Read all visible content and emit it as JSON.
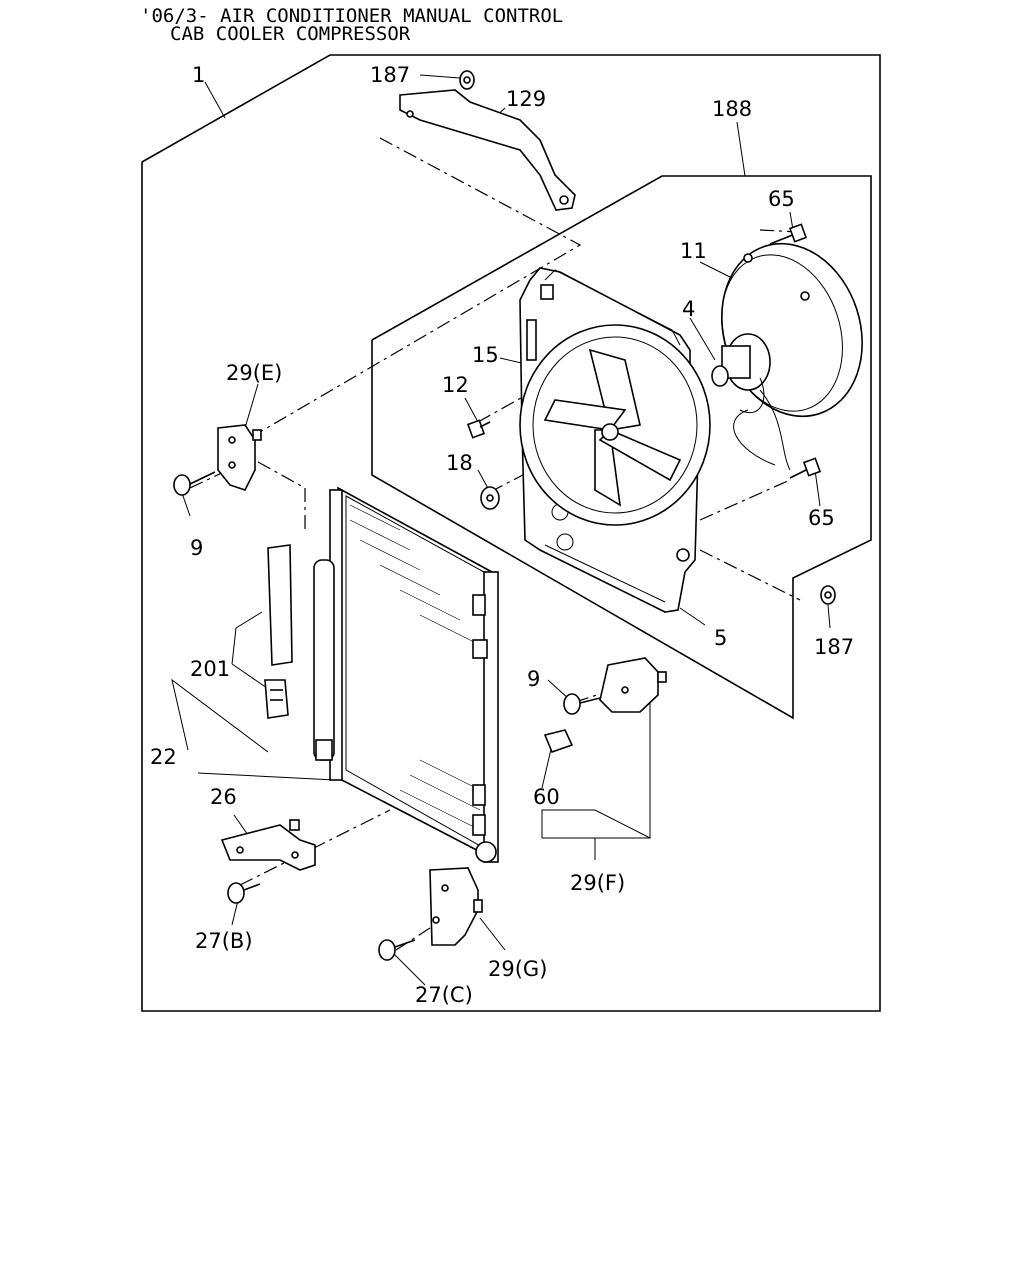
{
  "header": {
    "line1": "'06/3- AIR CONDITIONER MANUAL CONTROL",
    "line2": "CAB COOLER COMPRESSOR"
  },
  "callouts": {
    "c1": "1",
    "c187_top": "187",
    "c129": "129",
    "c188": "188",
    "c65_top": "65",
    "c11": "11",
    "c4": "4",
    "c15": "15",
    "c12": "12",
    "c18": "18",
    "c29e": "29(E)",
    "c9_left": "9",
    "c65_right": "65",
    "c5": "5",
    "c187_right": "187",
    "c201": "201",
    "c22": "22",
    "c9_mid": "9",
    "c60": "60",
    "c26": "26",
    "c29f": "29(F)",
    "c27b": "27(B)",
    "c29g": "29(G)",
    "c27c": "27(C)"
  }
}
